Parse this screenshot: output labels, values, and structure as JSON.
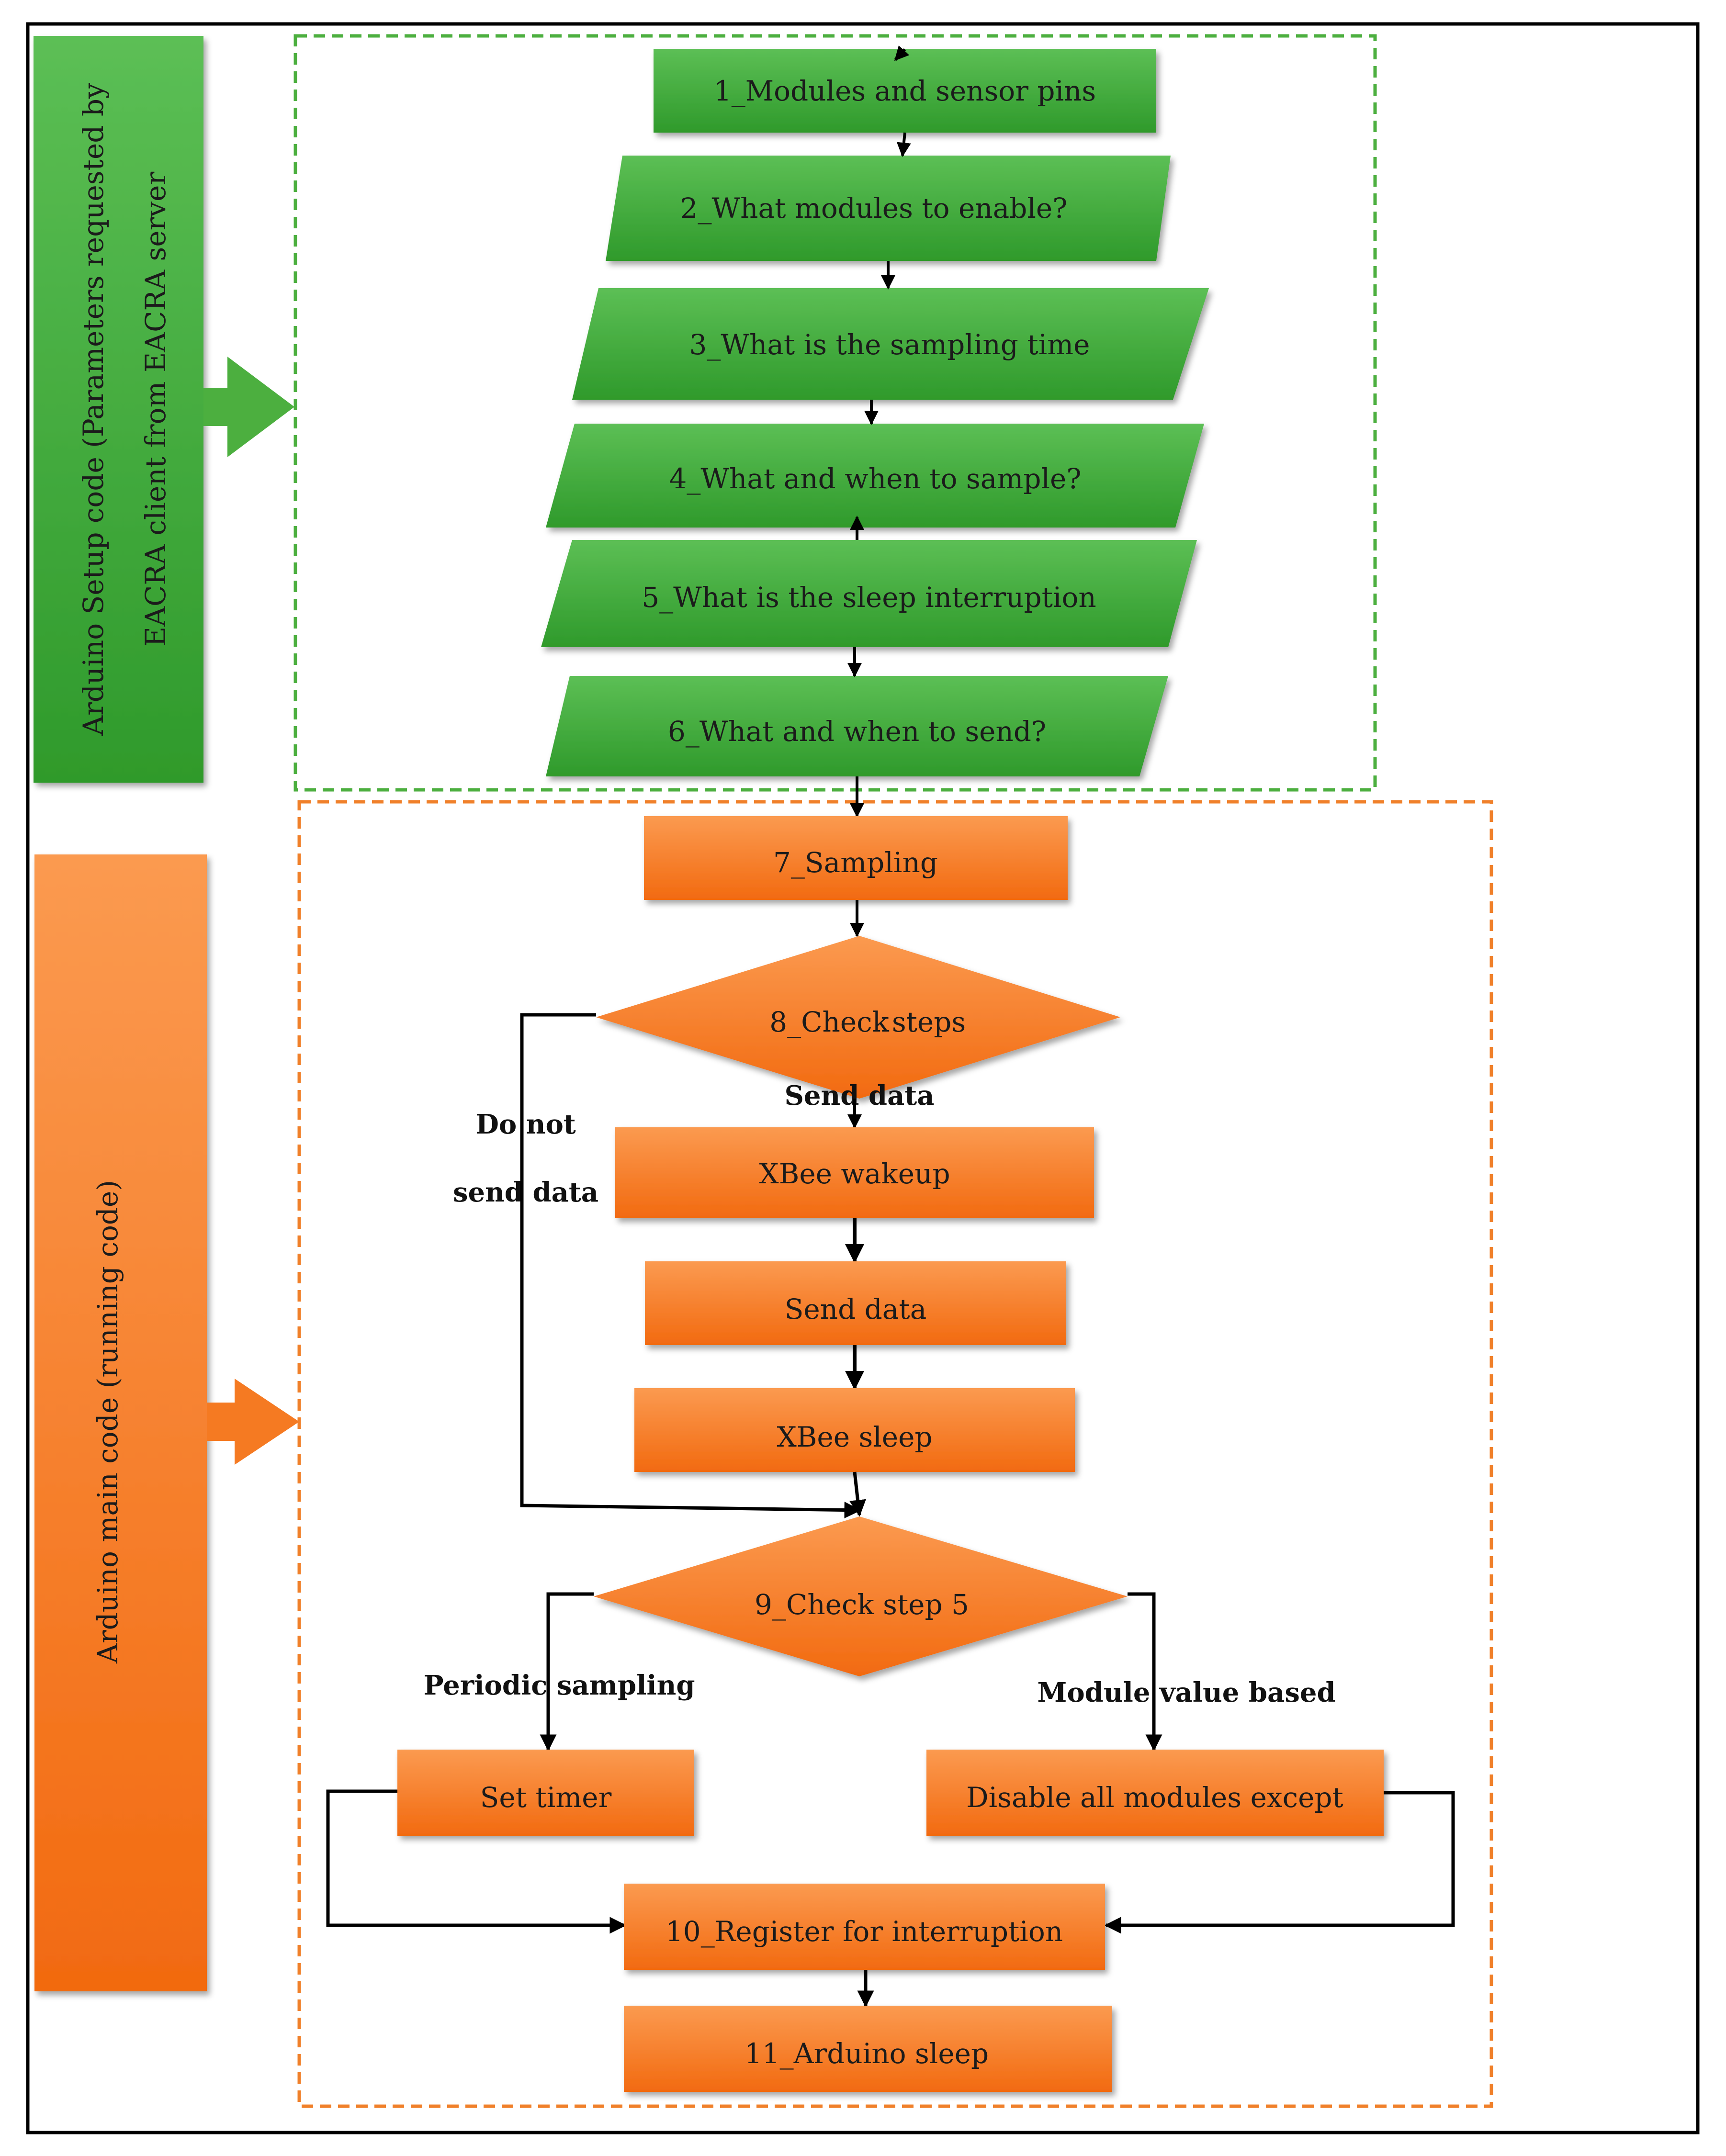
{
  "colors": {
    "green": "#3fae3a",
    "green_light": "#5cbf55",
    "orange": "#f57a22",
    "orange_light": "#fb9a50",
    "green_dash": "#4caf3f",
    "orange_dash": "#f0802a",
    "line": "#000000"
  },
  "panels": {
    "setup_label_line1": "Arduino Setup code (Parameters requested by",
    "setup_label_line2": "EACRA client from EACRA server",
    "main_label": "Arduino main code (running code)"
  },
  "nodes": {
    "n1": "1_Modules and sensor pins",
    "n2": "2_What modules to enable?",
    "n3": "3_What is the sampling time",
    "n4": "4_What and when to sample?",
    "n5": "5_What is the sleep interruption",
    "n6": "6_What and when to send?",
    "n7": "7_Sampling",
    "n8_a": "8_Check",
    "n8_b": "steps",
    "xbee_wakeup": "XBee wakeup",
    "send_data": "Send data",
    "xbee_sleep": "XBee sleep",
    "n9": "9_Check step 5",
    "set_timer": "Set timer",
    "disable_modules": "Disable all modules except",
    "n10": "10_Register for interruption",
    "n11": "11_Arduino sleep"
  },
  "edge_labels": {
    "send_data": "Send data",
    "do_not": "Do not",
    "send_data_2": "send data",
    "periodic": "Periodic sampling",
    "module_value": "Module value based"
  }
}
